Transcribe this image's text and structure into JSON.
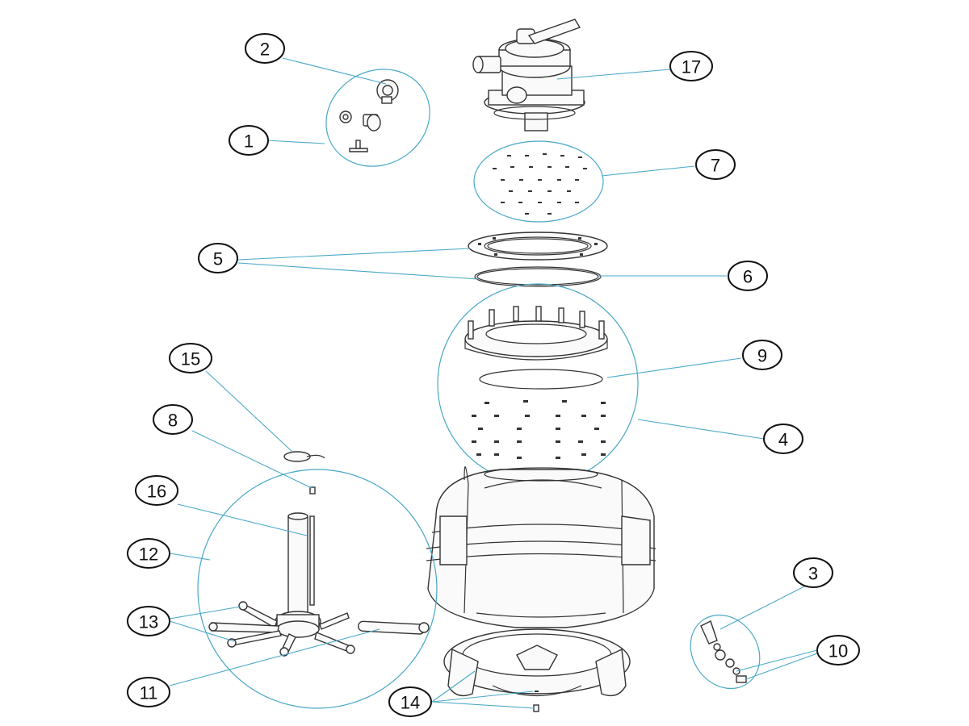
{
  "callouts": {
    "c1": "1",
    "c2": "2",
    "c3": "3",
    "c4": "4",
    "c5": "5",
    "c6": "6",
    "c7": "7",
    "c8": "8",
    "c9": "9",
    "c10": "10",
    "c11": "11",
    "c12": "12",
    "c13": "13",
    "c14": "14",
    "c15": "15",
    "c16": "16",
    "c17": "17"
  },
  "colors": {
    "leader": "#4aa8c8",
    "line": "#333333"
  }
}
